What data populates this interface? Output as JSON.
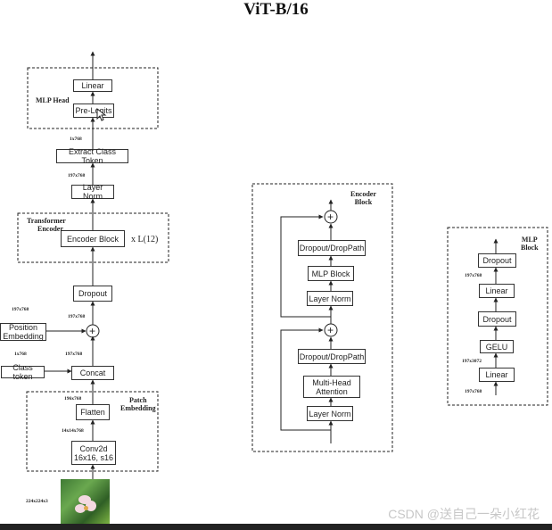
{
  "title": "ViT-B/16",
  "blocks": {
    "linear": "Linear",
    "pre_logits": "Pre-Logits",
    "extract_class_token": "Extract Class Token",
    "layer_norm": "Layer Norm",
    "encoder_block": "Encoder Block",
    "dropout": "Dropout",
    "position_embedding": "Position Embedding",
    "class_token": "Class token",
    "concat": "Concat",
    "flatten": "Flatten",
    "conv2d_line1": "Conv2d",
    "conv2d_line2": "16x16, s16"
  },
  "repeat_label": "x L(12)",
  "groups": {
    "mlp_head": "MLP Head",
    "transformer_encoder_1": "Transformer",
    "transformer_encoder_2": "Encoder",
    "patch_embedding_1": "Patch",
    "patch_embedding_2": "Embedding",
    "encoder_block_1": "Encoder",
    "encoder_block_2": "Block",
    "mlp_block_1": "MLP",
    "mlp_block_2": "Block"
  },
  "shapes": {
    "s_1x768_head": "1x768",
    "s_197x768_ln": "197x768",
    "s_197x768_pos": "197x768",
    "s_197x768_drop": "197x768",
    "s_1x768_cls": "1x768",
    "s_197x768_concat": "197x768",
    "s_196x768": "196x768",
    "s_14x14x768": "14x14x768",
    "s_224x224x3": "224x224x3",
    "s_197x768_mlp_top": "197x768",
    "s_197x3072": "197x3072",
    "s_197x768_mlp_bottom": "197x768"
  },
  "encoder_detail": {
    "dropout_top": "Dropout/DropPath",
    "mlp_block": "MLP Block",
    "layer_norm_top": "Layer Norm",
    "dropout_bottom": "Dropout/DropPath",
    "mha_line1": "Multi-Head",
    "mha_line2": "Attention",
    "layer_norm_bottom": "Layer Norm"
  },
  "mlp_detail": {
    "dropout_top": "Dropout",
    "linear_top": "Linear",
    "dropout_mid": "Dropout",
    "gelu": "GELU",
    "linear_bottom": "Linear"
  },
  "plus_symbol": "+",
  "watermark": "CSDN @送自己一朵小红花"
}
